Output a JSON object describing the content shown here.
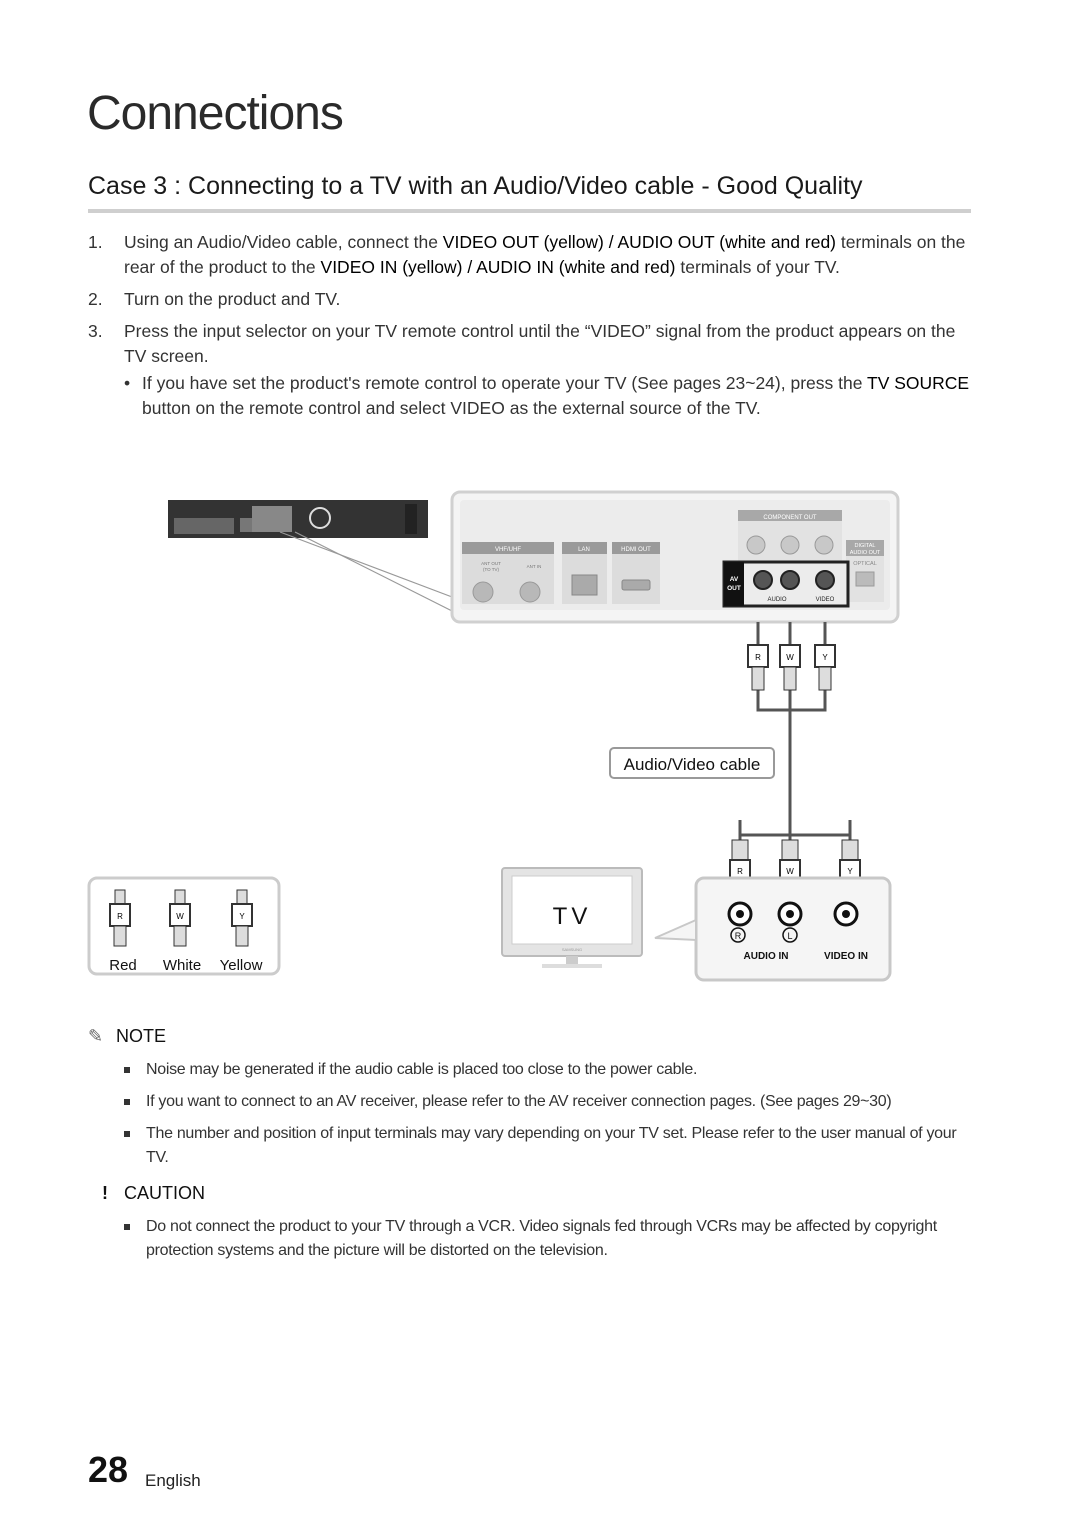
{
  "page": {
    "section_title": "Connections",
    "case_title": "Case 3 : Connecting to a TV with an Audio/Video cable - Good Quality",
    "page_number": "28",
    "language": "English"
  },
  "steps": [
    {
      "num": "1.",
      "parts": [
        "Using an Audio/Video cable, connect the ",
        "VIDEO OUT (yellow) / AUDIO OUT (white and red)",
        " terminals on the rear of the product to the ",
        "VIDEO IN (yellow) / AUDIO IN (white and red)",
        " terminals of your TV."
      ]
    },
    {
      "num": "2.",
      "parts": [
        "Turn on the product and TV."
      ]
    },
    {
      "num": "3.",
      "parts": [
        "Press the input selector on your TV remote control until the “VIDEO” signal from the product appears on the TV screen."
      ]
    }
  ],
  "sub_bullet": {
    "bullet": "•",
    "parts": [
      "If you have set the product's remote control to operate your TV (See pages 23~24), press the ",
      "TV SOURCE",
      " button on the remote control and select VIDEO as the external source of the TV."
    ]
  },
  "diagram": {
    "component_out": "COMPONENT OUT",
    "vhf_uhf": "VHF/UHF",
    "lan": "LAN",
    "hdmi_out": "HDMI OUT",
    "digital_audio_out_1": "DIGITAL",
    "digital_audio_out_2": "AUDIO OUT",
    "optical": "OPTICAL",
    "ant_out": "ANT OUT",
    "ant_out_sub": "(TO TV)",
    "ant_in": "ANT IN",
    "av": "AV",
    "out": "OUT",
    "audio": "AUDIO",
    "video": "VIDEO",
    "plug_r": "R",
    "plug_w": "W",
    "plug_y": "Y",
    "cable_label": "Audio/Video cable",
    "tv_label": "TV",
    "tv_brand": "SAMSUNG",
    "jack_r": "R",
    "jack_l": "L",
    "audio_in": "AUDIO IN",
    "video_in": "VIDEO IN",
    "legend_red": "Red",
    "legend_white": "White",
    "legend_yellow": "Yellow"
  },
  "note": {
    "icon": "pencil-icon",
    "title": "NOTE",
    "items": [
      "Noise may be generated if the audio cable is placed too close to the power cable.",
      "If you want to connect to an AV receiver, please refer to the AV receiver connection pages. (See pages 29~30)",
      "The number and position of input terminals may vary depending on your TV set. Please refer to the user manual of your TV."
    ]
  },
  "caution": {
    "icon": "exclamation-icon",
    "title": "CAUTION",
    "items": [
      "Do not connect the product to your TV through a VCR. Video signals fed through VCRs may be affected by copyright protection systems and the picture will be distorted on the television."
    ]
  }
}
